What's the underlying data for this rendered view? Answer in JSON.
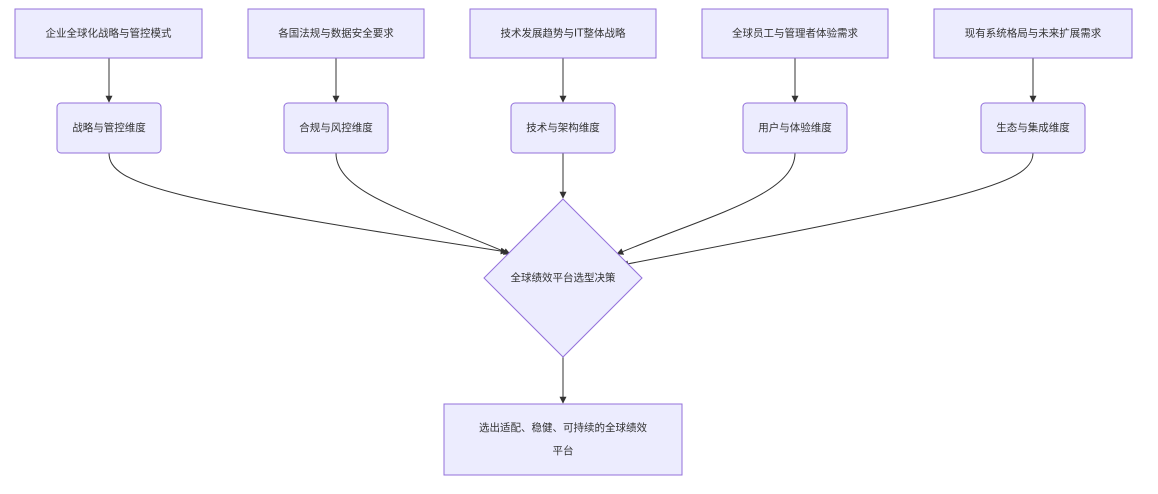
{
  "diagram": {
    "top_row": [
      {
        "id": "top-1",
        "label": "企业全球化战略与管控模式"
      },
      {
        "id": "top-2",
        "label": "各国法规与数据安全要求"
      },
      {
        "id": "top-3",
        "label": "技术发展趋势与IT整体战略"
      },
      {
        "id": "top-4",
        "label": "全球员工与管理者体验需求"
      },
      {
        "id": "top-5",
        "label": "现有系统格局与未来扩展需求"
      }
    ],
    "dimensions": [
      {
        "id": "dim-1",
        "label": "战略与管控维度"
      },
      {
        "id": "dim-2",
        "label": "合规与风控维度"
      },
      {
        "id": "dim-3",
        "label": "技术与架构维度"
      },
      {
        "id": "dim-4",
        "label": "用户与体验维度"
      },
      {
        "id": "dim-5",
        "label": "生态与集成维度"
      }
    ],
    "decision": {
      "label": "全球绩效平台选型决策"
    },
    "outcome": {
      "line1": "选出适配、稳健、可持续的全球绩效",
      "line2": "平台"
    },
    "colors": {
      "node_fill": "#ececfe",
      "node_stroke": "#9370db",
      "edge": "#333333",
      "text": "#333333"
    }
  }
}
